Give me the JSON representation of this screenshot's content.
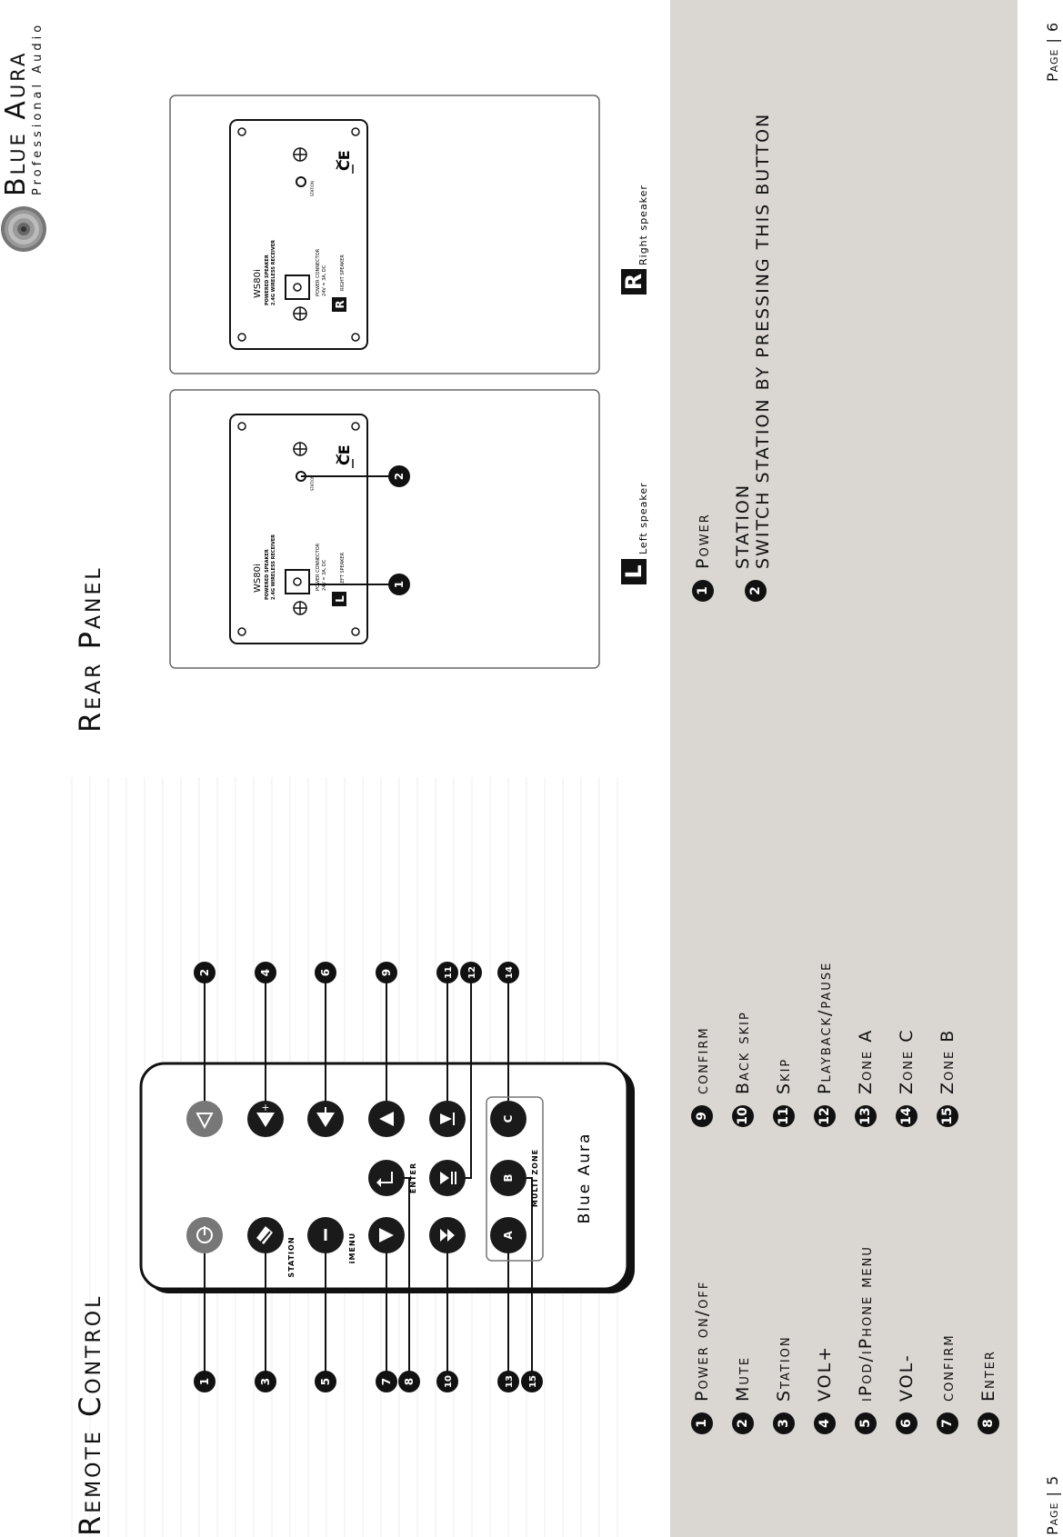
{
  "brand": {
    "name": "Blue Aura",
    "tagline": "Professional Audio"
  },
  "page_numbers": {
    "left": "Page | 5",
    "right": "Page | 6"
  },
  "remote_control": {
    "title": "Remote Control",
    "brand_label": "Blue Aura",
    "button_labels": {
      "station": "STATION",
      "imenu": "iMENU",
      "enter": "ENTER",
      "multizone": "MULTI ZONE"
    },
    "buttons": {
      "zone_a": "A",
      "zone_b": "B",
      "zone_c": "C"
    },
    "callouts": [
      "1",
      "2",
      "3",
      "4",
      "5",
      "6",
      "7",
      "8",
      "9",
      "10",
      "11",
      "12",
      "13",
      "14",
      "15"
    ],
    "legend": [
      {
        "num": "1",
        "label": "Power on/off"
      },
      {
        "num": "2",
        "label": "Mute"
      },
      {
        "num": "3",
        "label": "Station"
      },
      {
        "num": "4",
        "label": "VOL+"
      },
      {
        "num": "5",
        "label": "iPod/iPhone menu"
      },
      {
        "num": "6",
        "label": "VOL-"
      },
      {
        "num": "7",
        "label": "confirm"
      },
      {
        "num": "8",
        "label": "Enter"
      },
      {
        "num": "9",
        "label": "confirm"
      },
      {
        "num": "10",
        "label": "Back skip"
      },
      {
        "num": "11",
        "label": "Skip"
      },
      {
        "num": "12",
        "label": "Playback/pause"
      },
      {
        "num": "13",
        "label": "Zone A"
      },
      {
        "num": "14",
        "label": "Zone C"
      },
      {
        "num": "15",
        "label": "Zone B"
      }
    ]
  },
  "rear_panel": {
    "title": "Rear Panel",
    "panel_labels": {
      "model": "WS80i",
      "sub1": "POWERED SPEAKER",
      "sub2": "2.4G WIRELESS RECEIVER",
      "power": "POWER CONNECTOR",
      "power_spec": "24V = 3A, DC",
      "station": "STATION",
      "ce": "CE",
      "left_tag": "LEFT SPEAKER",
      "right_tag": "RIGHT SPEAKER"
    },
    "speakers": [
      {
        "letter": "L",
        "caption": "Left speaker"
      },
      {
        "letter": "R",
        "caption": "Right speaker"
      }
    ],
    "callouts": [
      "1",
      "2"
    ],
    "legend": [
      {
        "num": "1",
        "label": "Power",
        "detail": ""
      },
      {
        "num": "2",
        "label": "STATION",
        "detail": "SWITCH STATION BY PRESSING THIS BUTTON"
      }
    ]
  }
}
